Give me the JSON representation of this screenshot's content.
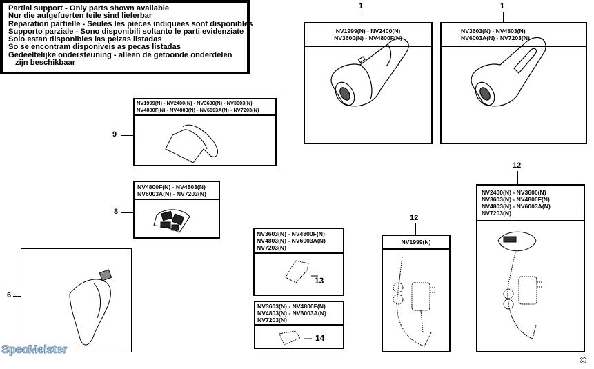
{
  "notice": {
    "lines": [
      "Partial support - Only parts shown available",
      "Nur die aufgefuerten teile sind lieferbar",
      "Reparation partielle - Seules les pieces indiquees sont disponibles",
      "Supporto parziale - Sono disponibili soltanto le parti evidenziate",
      "Solo estan disponibles las peizas listadas",
      "So se encontram disponiveis as pecas listadas",
      "Gedeeltelijke ondersteuning - alleen de getoonde onderdelen",
      "  zijn beschikbaar"
    ]
  },
  "parts": [
    {
      "num": "1",
      "models": [
        "NV1999(N) - NV2400(N)",
        "NV3600(N) - NV4800F(N)"
      ]
    },
    {
      "num": "1",
      "models": [
        "NV3603(N) - NV4803(N)",
        "NV6003A(N) - NV7203(N)"
      ]
    },
    {
      "num": "9",
      "models": [
        "NV1999(N) - NV2400(N) - NV3600(N) - NV3603(N)",
        "NV4800F(N) - NV4803(N) - NV6003A(N) - NV7203(N)"
      ]
    },
    {
      "num": "8",
      "models": [
        "NV4800F(N) - NV4803(N)",
        "NV6003A(N) - NV7203(N)"
      ]
    },
    {
      "num": "6",
      "models": []
    },
    {
      "num": "13",
      "models": [
        "NV3603(N) - NV4800F(N)",
        "NV4803(N) - NV6003A(N)",
        "NV7203(N)"
      ]
    },
    {
      "num": "14",
      "models": [
        "NV3603(N) - NV4800F(N)",
        "NV4803(N) - NV6003A(N)",
        "NV7203(N)"
      ]
    },
    {
      "num": "12",
      "models": [
        "NV1999(N)"
      ]
    },
    {
      "num": "12",
      "models": [
        "NV2400(N) - NV3600(N)",
        "NV3603(N) - NV4800F(N)",
        "NV4803(N) - NV6003A(N)",
        "NV7203(N)"
      ]
    }
  ],
  "logo": "SpecMeister",
  "copyright": "©"
}
